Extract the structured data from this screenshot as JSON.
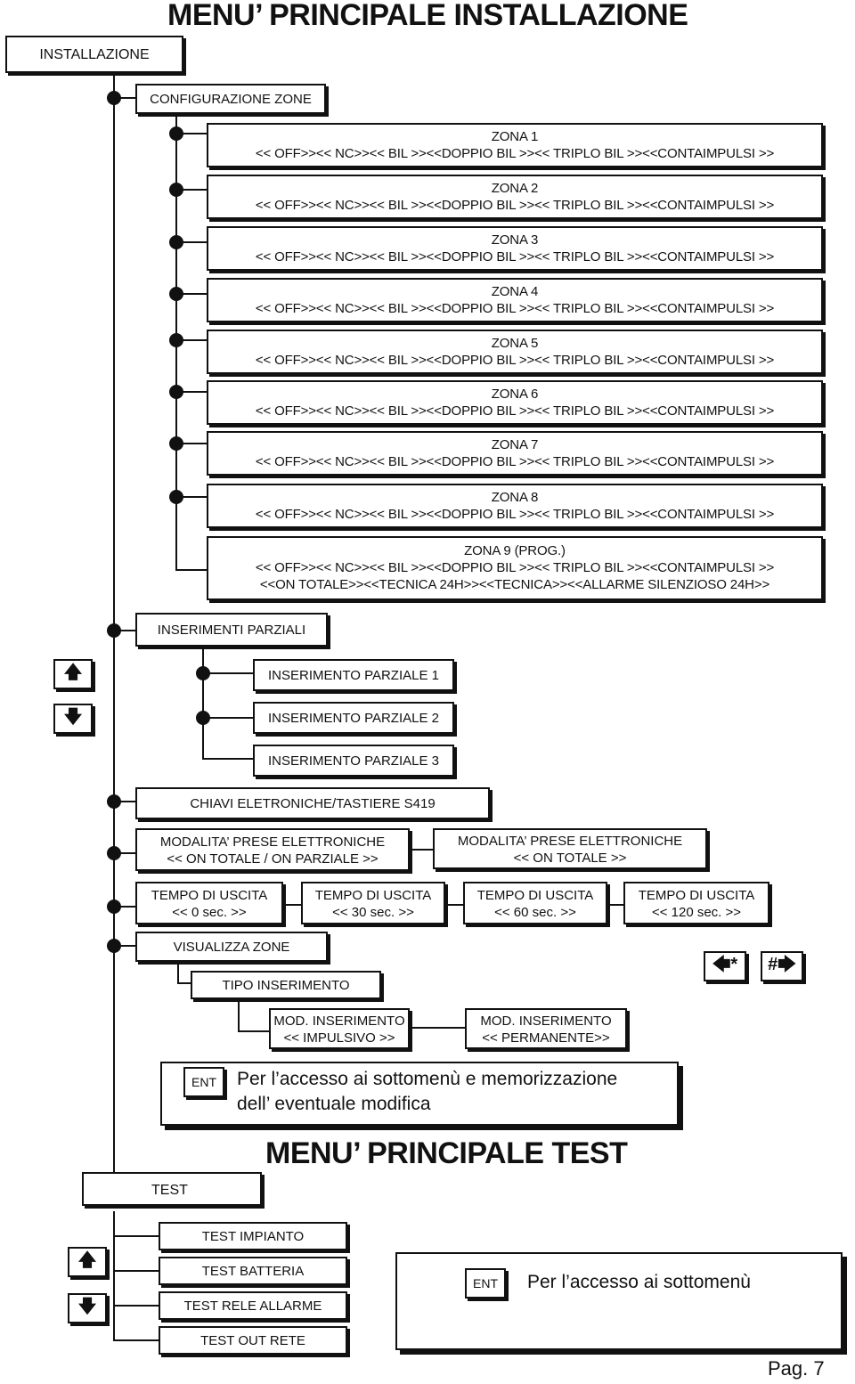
{
  "title_installazione": "MENU’ PRINCIPALE INSTALLAZIONE",
  "title_test": "MENU’ PRINCIPALE TEST",
  "installazione": "INSTALLAZIONE",
  "configurazione_zone": "CONFIGURAZIONE ZONE",
  "zone_options": "<< OFF>><< NC>><< BIL >><<DOPPIO BIL >><< TRIPLO BIL >><<CONTAIMPULSI >>",
  "zone_extra_options": "<<ON TOTALE>><<TECNICA 24H>><<TECNICA>><<ALLARME SILENZIOSO 24H>>",
  "zones": [
    "ZONA 1",
    "ZONA 2",
    "ZONA 3",
    "ZONA 4",
    "ZONA 5",
    "ZONA 6",
    "ZONA 7",
    "ZONA 8",
    "ZONA 9 (PROG.)"
  ],
  "inserimenti_parziali": "INSERIMENTI PARZIALI",
  "inserimento_parziale": [
    "INSERIMENTO PARZIALE 1",
    "INSERIMENTO PARZIALE 2",
    "INSERIMENTO PARZIALE 3"
  ],
  "chiavi": "CHIAVI  ELETRONICHE/TASTIERE S419",
  "modalita": {
    "left_l1": "MODALITA’ PRESE ELETTRONICHE",
    "left_l2": "<<    ON TOTALE / ON PARZIALE    >>",
    "right_l1": "MODALITA’ PRESE ELETTRONICHE",
    "right_l2": "<<    ON TOTALE >>"
  },
  "tempo_label": "TEMPO DI USCITA",
  "tempo_values": [
    "<<       0 sec.   >>",
    "<<      30 sec.   >>",
    "<<      60 sec.   >>",
    "<<      120 sec.   >>"
  ],
  "visualizza_zone": "VISUALIZZA  ZONE",
  "tipo_inserimento": "TIPO INSERIMENTO",
  "mod_impulsivo_l1": "MOD. INSERIMENTO",
  "mod_impulsivo_l2": "<< IMPULSIVO >>",
  "mod_permanente_l1": "MOD. INSERIMENTO",
  "mod_permanente_l2": "<< PERMANENTE>>",
  "key_up": "🡅",
  "key_down": "🡇",
  "key_star": "🡄*",
  "key_hash": "#🡆",
  "ent": "ENT",
  "note1_l1": "Per l’accesso ai sottomenù e memorizzazione",
  "note1_l2": "dell’ eventuale modifica",
  "test": "TEST",
  "test_items": [
    "TEST  IMPIANTO",
    "TEST  BATTERIA",
    "TEST  RELE ALLARME",
    "TEST  OUT RETE"
  ],
  "note2": "Per l’accesso ai sottomenù",
  "page": "Pag.   7"
}
